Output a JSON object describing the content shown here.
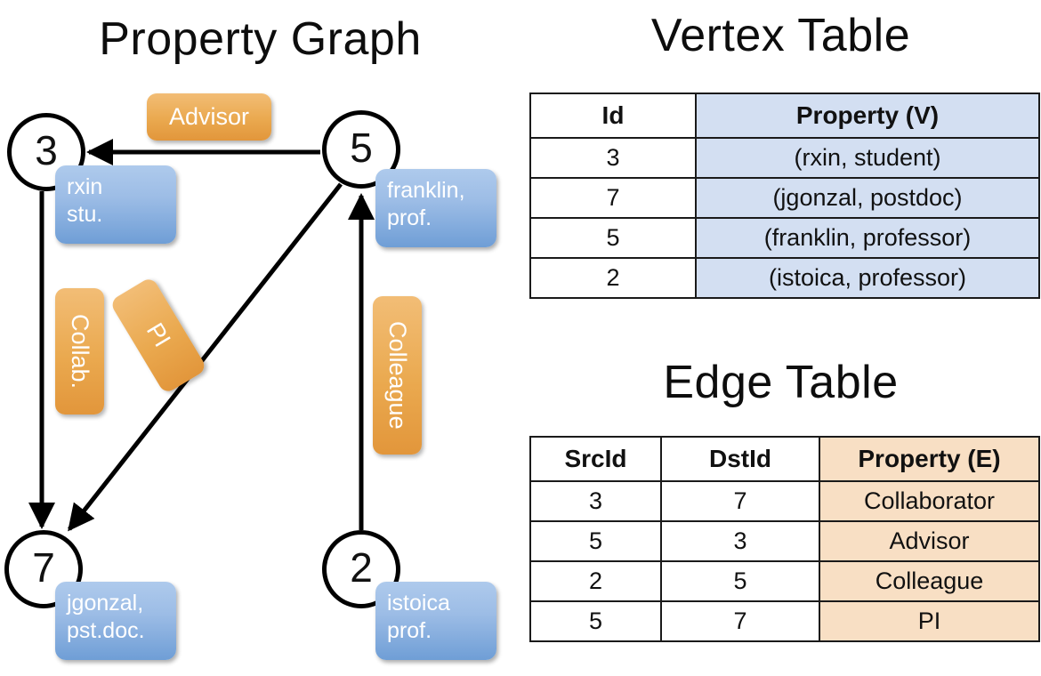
{
  "titles": {
    "property_graph": "Property Graph",
    "vertex_table": "Vertex Table",
    "edge_table": "Edge Table"
  },
  "graph": {
    "nodes": [
      {
        "id": "3",
        "property_line1": "rxin",
        "property_line2": "stu."
      },
      {
        "id": "5",
        "property_line1": "franklin,",
        "property_line2": "prof."
      },
      {
        "id": "7",
        "property_line1": "jgonzal,",
        "property_line2": "pst.doc."
      },
      {
        "id": "2",
        "property_line1": "istoica",
        "property_line2": "prof."
      }
    ],
    "edge_labels": [
      {
        "label": "Advisor",
        "orientation": "horizontal"
      },
      {
        "label": "Collab.",
        "orientation": "vertical"
      },
      {
        "label": "PI",
        "orientation": "rotated"
      },
      {
        "label": "Colleague",
        "orientation": "vertical"
      }
    ],
    "edges": [
      {
        "from": "5",
        "to": "3",
        "label": "Advisor"
      },
      {
        "from": "3",
        "to": "7",
        "label": "Collab."
      },
      {
        "from": "5",
        "to": "7",
        "label": "PI"
      },
      {
        "from": "2",
        "to": "5",
        "label": "Colleague"
      }
    ]
  },
  "vertex_table": {
    "headers": [
      "Id",
      "Property (V)"
    ],
    "rows": [
      {
        "id": "3",
        "property": "(rxin, student)"
      },
      {
        "id": "7",
        "property": "(jgonzal, postdoc)"
      },
      {
        "id": "5",
        "property": "(franklin, professor)"
      },
      {
        "id": "2",
        "property": "(istoica, professor)"
      }
    ]
  },
  "edge_table": {
    "headers": [
      "SrcId",
      "DstId",
      "Property (E)"
    ],
    "rows": [
      {
        "src": "3",
        "dst": "7",
        "property": "Collaborator"
      },
      {
        "src": "5",
        "dst": "3",
        "property": "Advisor"
      },
      {
        "src": "2",
        "dst": "5",
        "property": "Colleague"
      },
      {
        "src": "5",
        "dst": "7",
        "property": "PI"
      }
    ]
  },
  "colors": {
    "vertex_property_fill": "#D3DFF2",
    "edge_property_fill": "#F8DFC4",
    "node_box_blue": "#6F9ED6",
    "edge_label_orange": "#EAA94F",
    "stroke": "#000000",
    "background": "#FFFFFF"
  }
}
